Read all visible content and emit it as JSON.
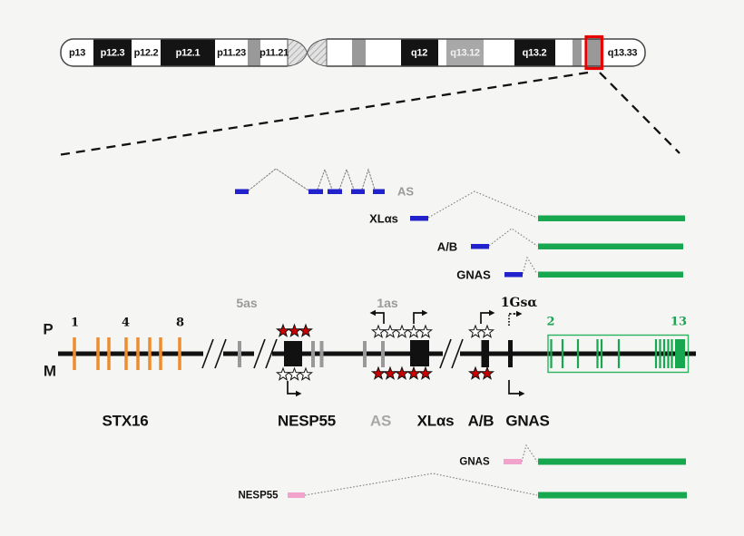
{
  "figure": {
    "title_hint": "GNAS locus imprinting diagram on chromosome 20q13.32",
    "ideogram": {
      "band_labels": [
        "p13",
        "p12.3",
        "p12.2",
        "p12.1",
        "p11.23",
        "p11.21",
        "q12",
        "q13.12",
        "q13.2",
        "q13.33"
      ]
    },
    "top_transcripts": {
      "as": "AS",
      "xlas": "XLαs",
      "ab": "A/B",
      "gnas": "GNAS"
    },
    "map": {
      "paternal_label": "P",
      "maternal_label": "M",
      "stx16_exons": {
        "first": "1",
        "middle": "4",
        "last": "8"
      },
      "promoters": {
        "p5as": "5as",
        "p1as": "1as",
        "p1gsa": "1Gsα"
      },
      "gnas_exons": {
        "first": "2",
        "last": "13"
      },
      "genes": {
        "stx16": "STX16",
        "nesp55": "NESP55",
        "as": "AS",
        "xlas": "XLαs",
        "ab": "A/B",
        "gnas": "GNAS"
      }
    },
    "bottom_transcripts": {
      "gnas": "GNAS",
      "nesp55": "NESP55"
    },
    "colors": {
      "background": "#f5f5f3",
      "exon_blue": "#2222cc",
      "gene_green": "#17a74f",
      "green_box": "#2ab45e",
      "stx16_orange": "#ef8c2e",
      "star_red": "#cc0000",
      "exon_pink": "#f2a3cb",
      "highlight_red": "#e60000",
      "muted_gray": "#9a9a9a",
      "line_black": "#111111"
    }
  }
}
